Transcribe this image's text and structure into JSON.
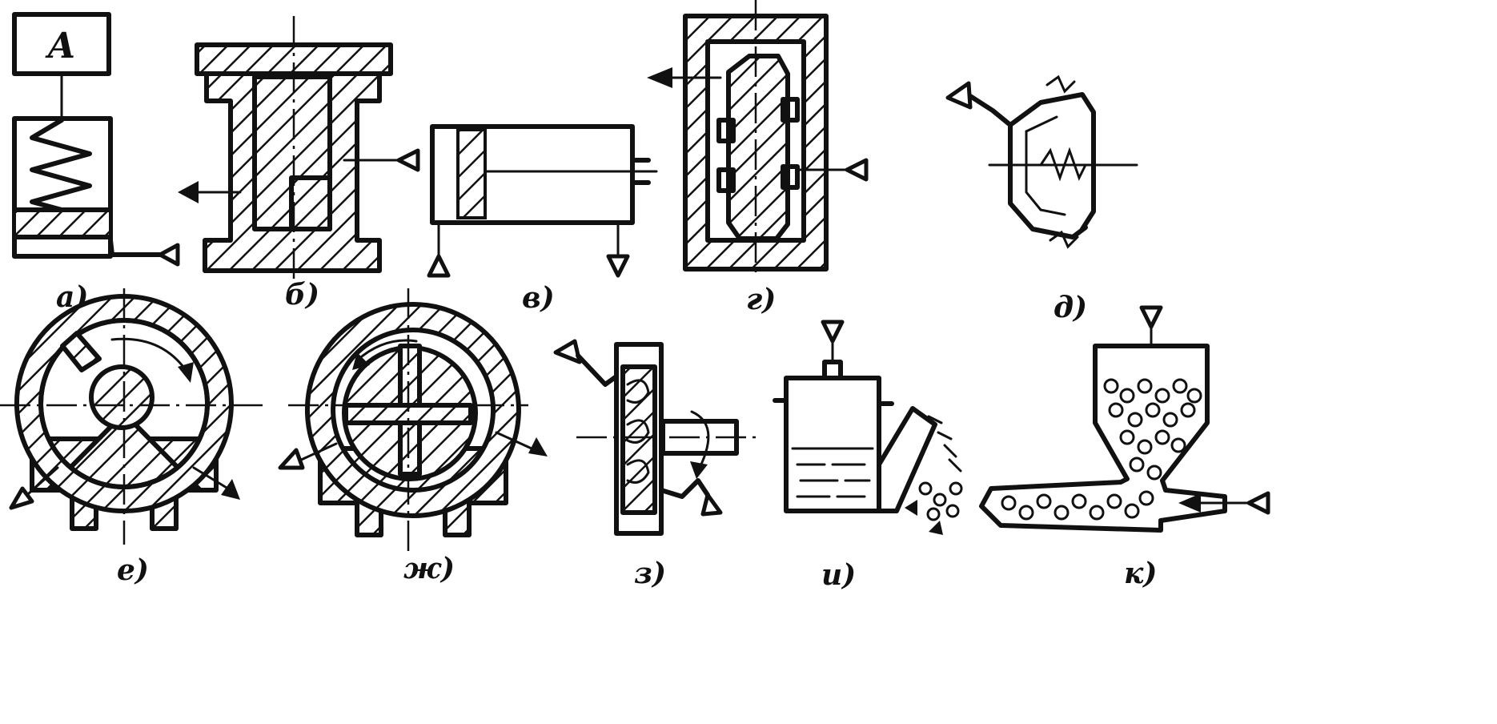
{
  "figure": {
    "block_letter": "A",
    "labels": {
      "a": "а)",
      "b": "б)",
      "v": "в)",
      "g": "г)",
      "d": "д)",
      "e": "е)",
      "zh": "ж)",
      "z": "з)",
      "i": "и)",
      "k": "к)"
    }
  }
}
